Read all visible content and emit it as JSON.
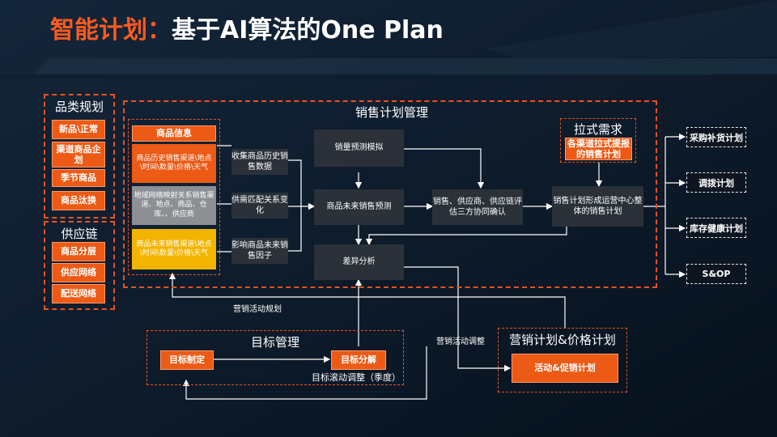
{
  "title": {
    "highlight": "智能计划：",
    "rest": "基于AI算法的One Plan"
  },
  "category": {
    "heading": "品类规划",
    "items": [
      "新品\\正常",
      "渠道商品企划",
      "季节商品",
      "商品汰换"
    ]
  },
  "supply": {
    "heading": "供应链",
    "items": [
      "商品分层",
      "供应网络",
      "配送网络"
    ]
  },
  "sales": {
    "heading": "销售计划管理",
    "info_header": "商品信息",
    "info1": "商品历史销售渠道\\地点\\时间\\数量\\价格\\天气",
    "info2": "地域网络映射关系销售渠道、地点、商品、仓库、、供应商",
    "info3": "商品未来销售渠道\\地点\\时间\\数量\\价格\\天气",
    "label1": "收集商品历史销售数据",
    "label2": "供需匹配关系变化",
    "label3": "影响商品未来销售因子",
    "box_sim": "销量预测模拟",
    "box_forecast": "商品未来销售预测",
    "box_diff": "差异分析",
    "box_confirm": "销售、供应商、供应链评估三方协同确认",
    "box_plan": "销售计划形成运营中心整体的销售计划"
  },
  "pull": {
    "heading": "拉式需求",
    "btn": "各渠道拉式提报的销售计划"
  },
  "outputs": [
    "采购补货计划",
    "调拨计划",
    "库存健康计划",
    "S&OP"
  ],
  "target": {
    "heading": "目标管理",
    "set": "目标制定",
    "split": "目标分解",
    "rolling": "目标滚动调整（季度）"
  },
  "marketing": {
    "heading": "营销计划&价格计划",
    "btn": "活动&促销计划"
  },
  "labels": {
    "activity_plan": "营销活动规划",
    "activity_adjust": "营销活动调整"
  }
}
